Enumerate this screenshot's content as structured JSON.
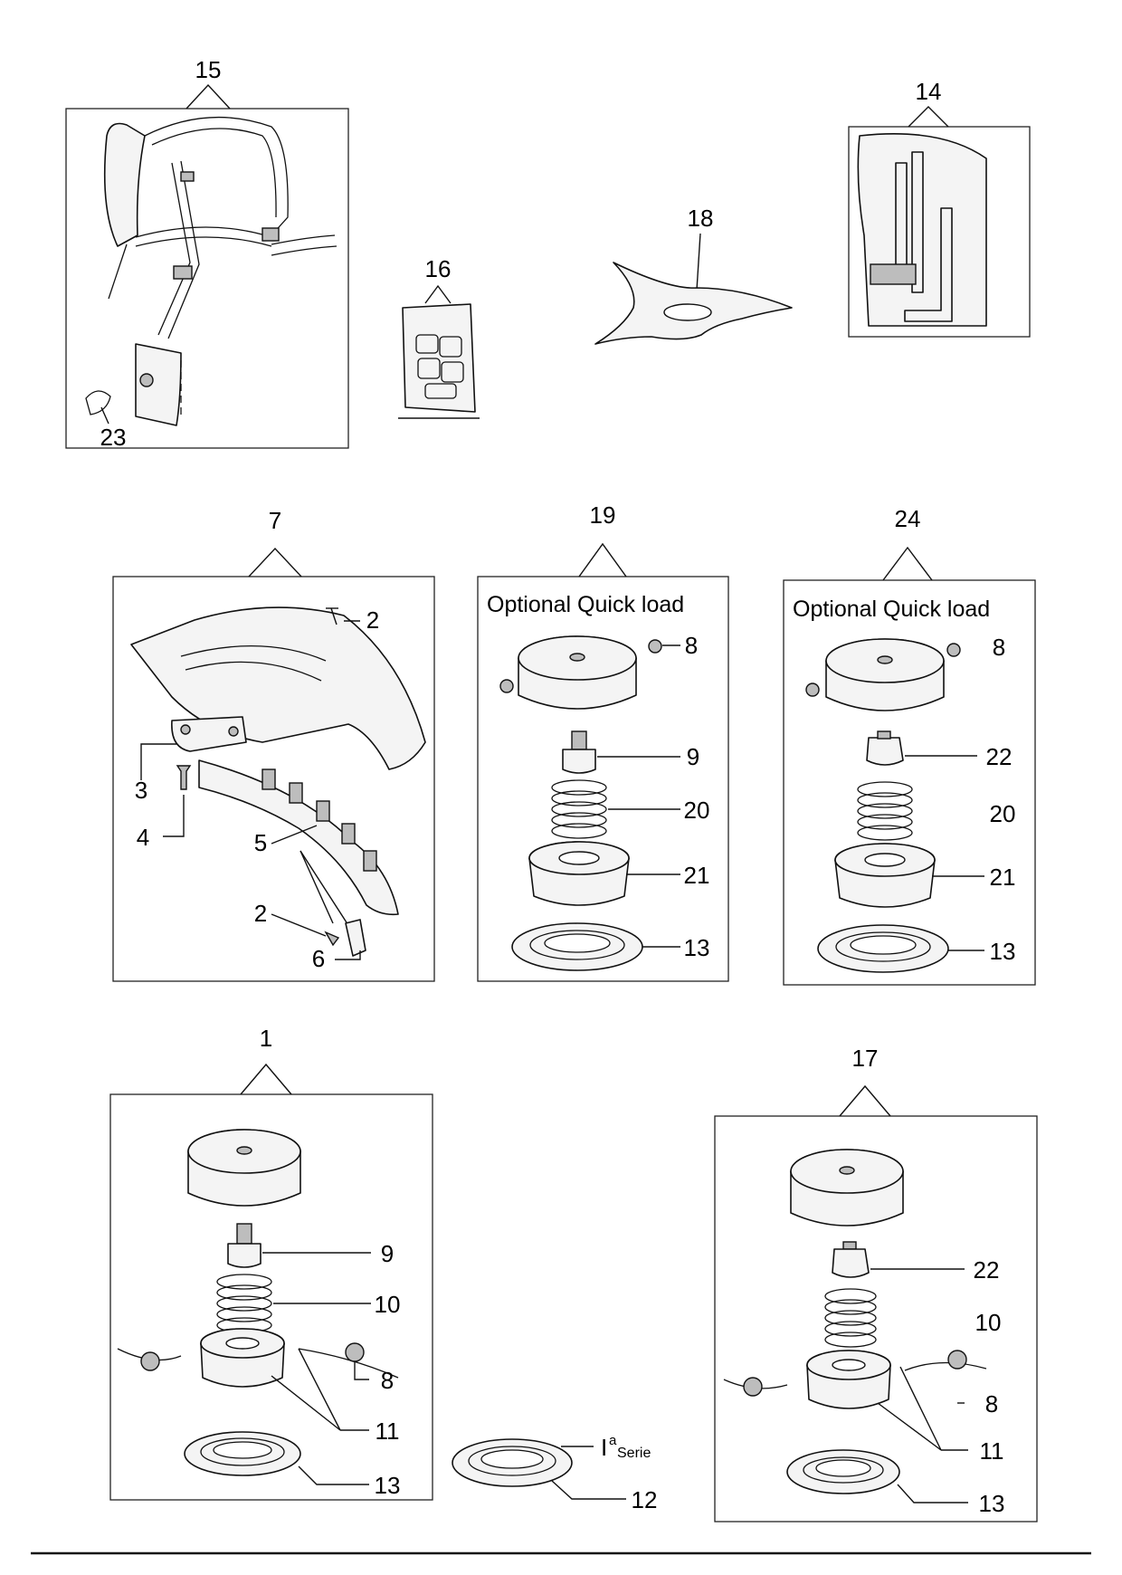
{
  "labels": {
    "n15": "15",
    "n14": "14",
    "n16": "16",
    "n18": "18",
    "n23": "23",
    "n7": "7",
    "n19": "19",
    "n24": "24",
    "g7_2a": "2",
    "g7_3": "3",
    "g7_4": "4",
    "g7_5": "5",
    "g7_2b": "2",
    "g7_6": "6",
    "g19_8": "8",
    "g19_9": "9",
    "g19_20": "20",
    "g19_21": "21",
    "g19_13": "13",
    "g24_8": "8",
    "g24_22": "22",
    "g24_20": "20",
    "g24_21": "21",
    "g24_13": "13",
    "n1": "1",
    "n17": "17",
    "g1_9": "9",
    "g1_10": "10",
    "g1_8": "8",
    "g1_11": "11",
    "g1_13": "13",
    "g12_sup": "a",
    "g12_serie": "Serie",
    "g12_12": "12",
    "g17_22": "22",
    "g17_10": "10",
    "g17_8": "8",
    "g17_11": "11",
    "g17_13": "13"
  },
  "captions": {
    "quick19": "Optional Quick load",
    "quick24": "Optional Quick load",
    "serie_prefix": "I"
  }
}
